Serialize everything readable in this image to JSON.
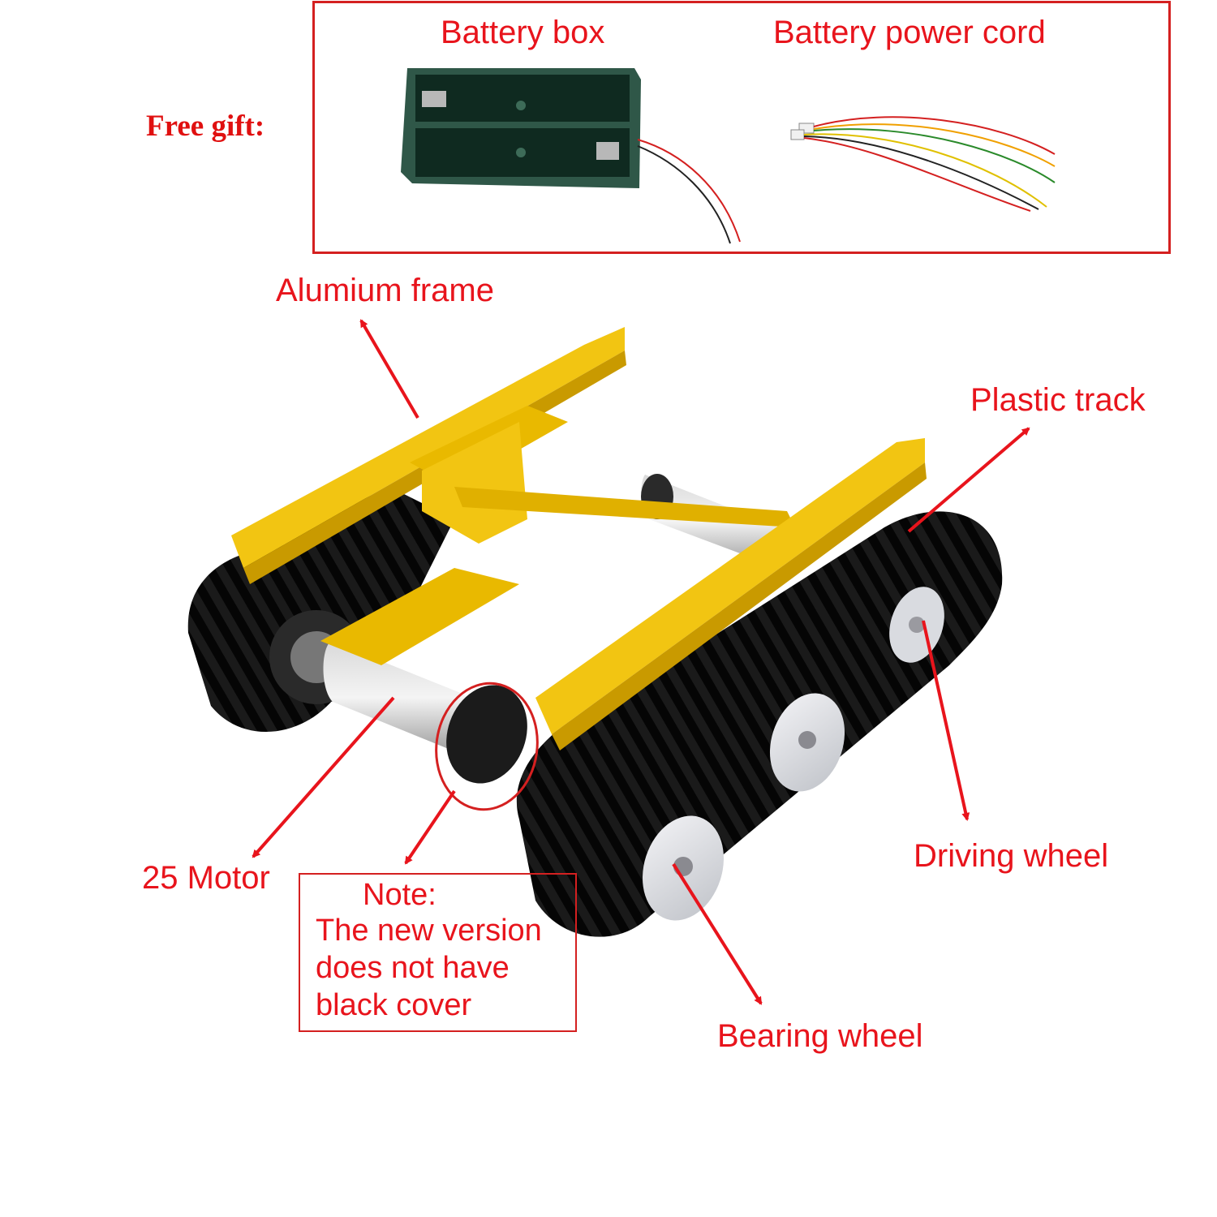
{
  "gift": {
    "label": "Free gift:",
    "battery_box": "Battery box",
    "power_cord": "Battery power cord"
  },
  "labels": {
    "frame": "Alumium frame",
    "track": "Plastic track",
    "motor": "25 Motor",
    "driving_wheel": "Driving wheel",
    "bearing_wheel": "Bearing wheel"
  },
  "note": {
    "title": "Note:",
    "line1": "The new version",
    "line2": "does not have",
    "line3": "black cover"
  },
  "colors": {
    "accent": "#e8141c",
    "frame": "#f2c512",
    "track": "#141414",
    "wheel": "#e6e6ea"
  }
}
